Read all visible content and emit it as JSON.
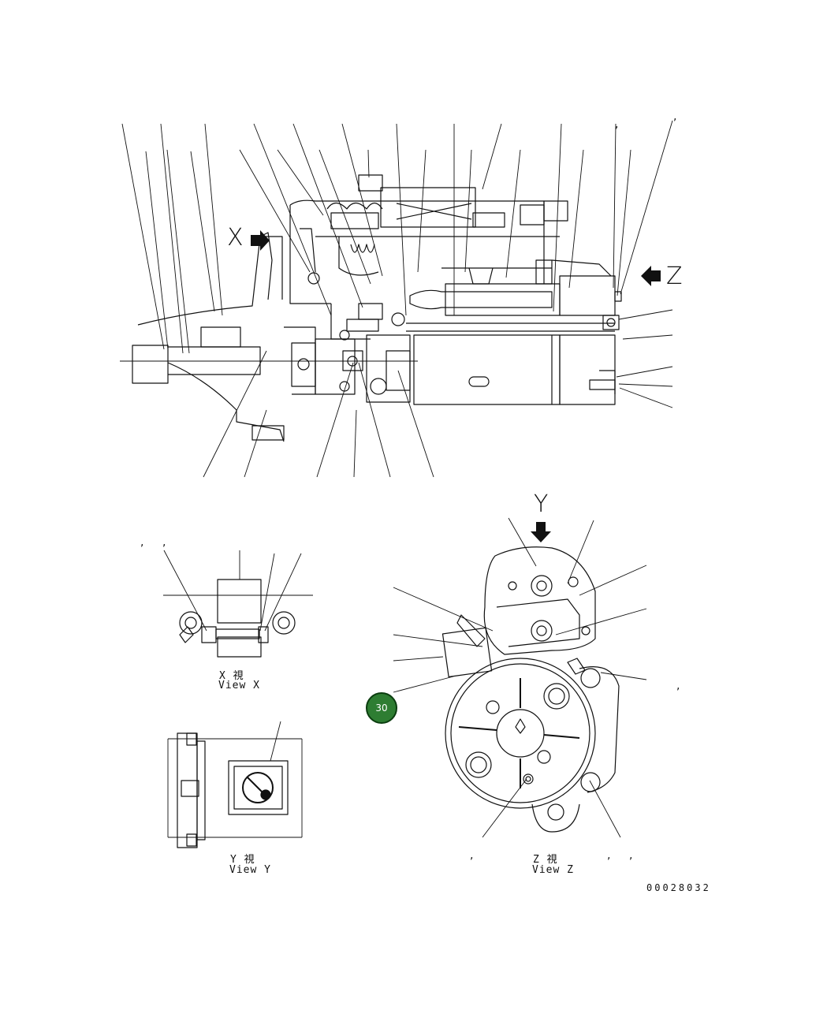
{
  "view_arrows": {
    "x": "X",
    "y": "Y",
    "z": "Z"
  },
  "views": {
    "x_jp": "X 視",
    "x_en": "View X",
    "y_jp": "Y 視",
    "y_en": "View Y",
    "z_jp": "Z 視",
    "z_en": "View Z"
  },
  "callout": {
    "label": "30",
    "color": "#2e7d32"
  },
  "drawing_number": "00028032",
  "separators": [
    ",",
    ",",
    ",",
    ",",
    ",",
    ",",
    ",",
    ","
  ]
}
